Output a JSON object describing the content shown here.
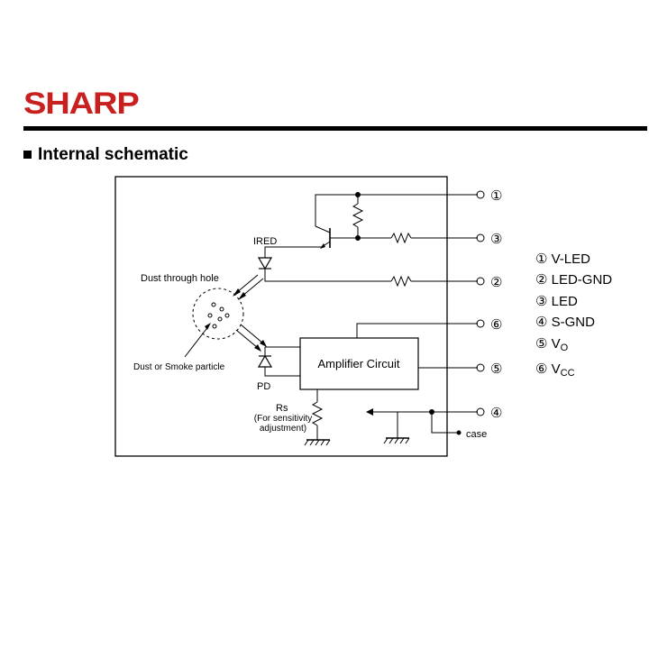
{
  "brand": {
    "logo_text": "SHARP",
    "logo_color": "#c8201e"
  },
  "section": {
    "title": "Internal schematic"
  },
  "diagram": {
    "labels": {
      "ired": "IRED",
      "dust_hole": "Dust through hole",
      "particle": "Dust or Smoke particle",
      "pd": "PD",
      "amp": "Amplifier Circuit",
      "rs": "Rs",
      "rs_note1": "(For sensitivity",
      "rs_note2": "adjustment)",
      "case": "case"
    },
    "pins": {
      "p1": "①",
      "p2": "②",
      "p3": "③",
      "p4": "④",
      "p5": "⑤",
      "p6": "⑥"
    }
  },
  "legend": [
    {
      "num": "①",
      "text": "V-LED"
    },
    {
      "num": "②",
      "text": "LED-GND"
    },
    {
      "num": "③",
      "text": "LED"
    },
    {
      "num": "④",
      "text": "S-GND"
    },
    {
      "num": "⑤",
      "text": "V",
      "sub": "O"
    },
    {
      "num": "⑥",
      "text": "V",
      "sub": "CC"
    }
  ]
}
